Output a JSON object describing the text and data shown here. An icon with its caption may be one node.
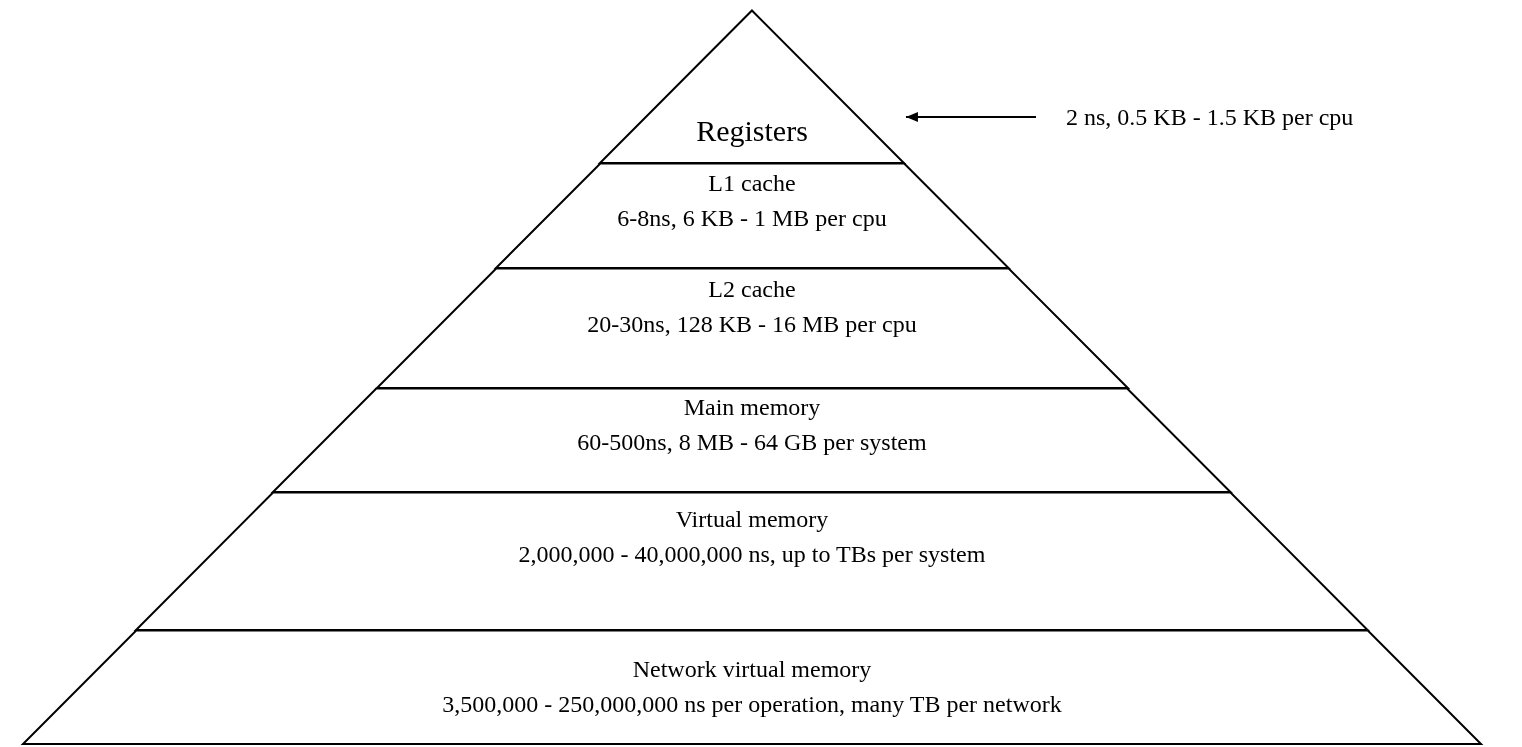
{
  "diagram": {
    "nodes": [
      {
        "text": [
          "Registers"
        ]
      },
      {
        "text": [
          "L1 cache",
          "6-8ns, 6 KB - 1 MB per cpu"
        ]
      },
      {
        "text": [
          "L2 cache",
          "20-30ns, 128 KB - 16 MB per cpu"
        ]
      },
      {
        "text": [
          "Main memory",
          "60-500ns, 8 MB - 64 GB per system"
        ]
      },
      {
        "text": [
          "Virtual memory",
          "2,000,000 - 40,000,000 ns, up to TBs per system"
        ]
      },
      {
        "text": [
          "Network virtual memory",
          "3,500,000 - 250,000,000 ns per operation, many TB per network"
        ]
      },
      {
        "text": [
          "2 ns, 0.5 KB - 1.5 KB per cpu"
        ]
      }
    ],
    "edges": [
      {
        "from": 6,
        "to": 0,
        "arrow": "to"
      }
    ]
  }
}
